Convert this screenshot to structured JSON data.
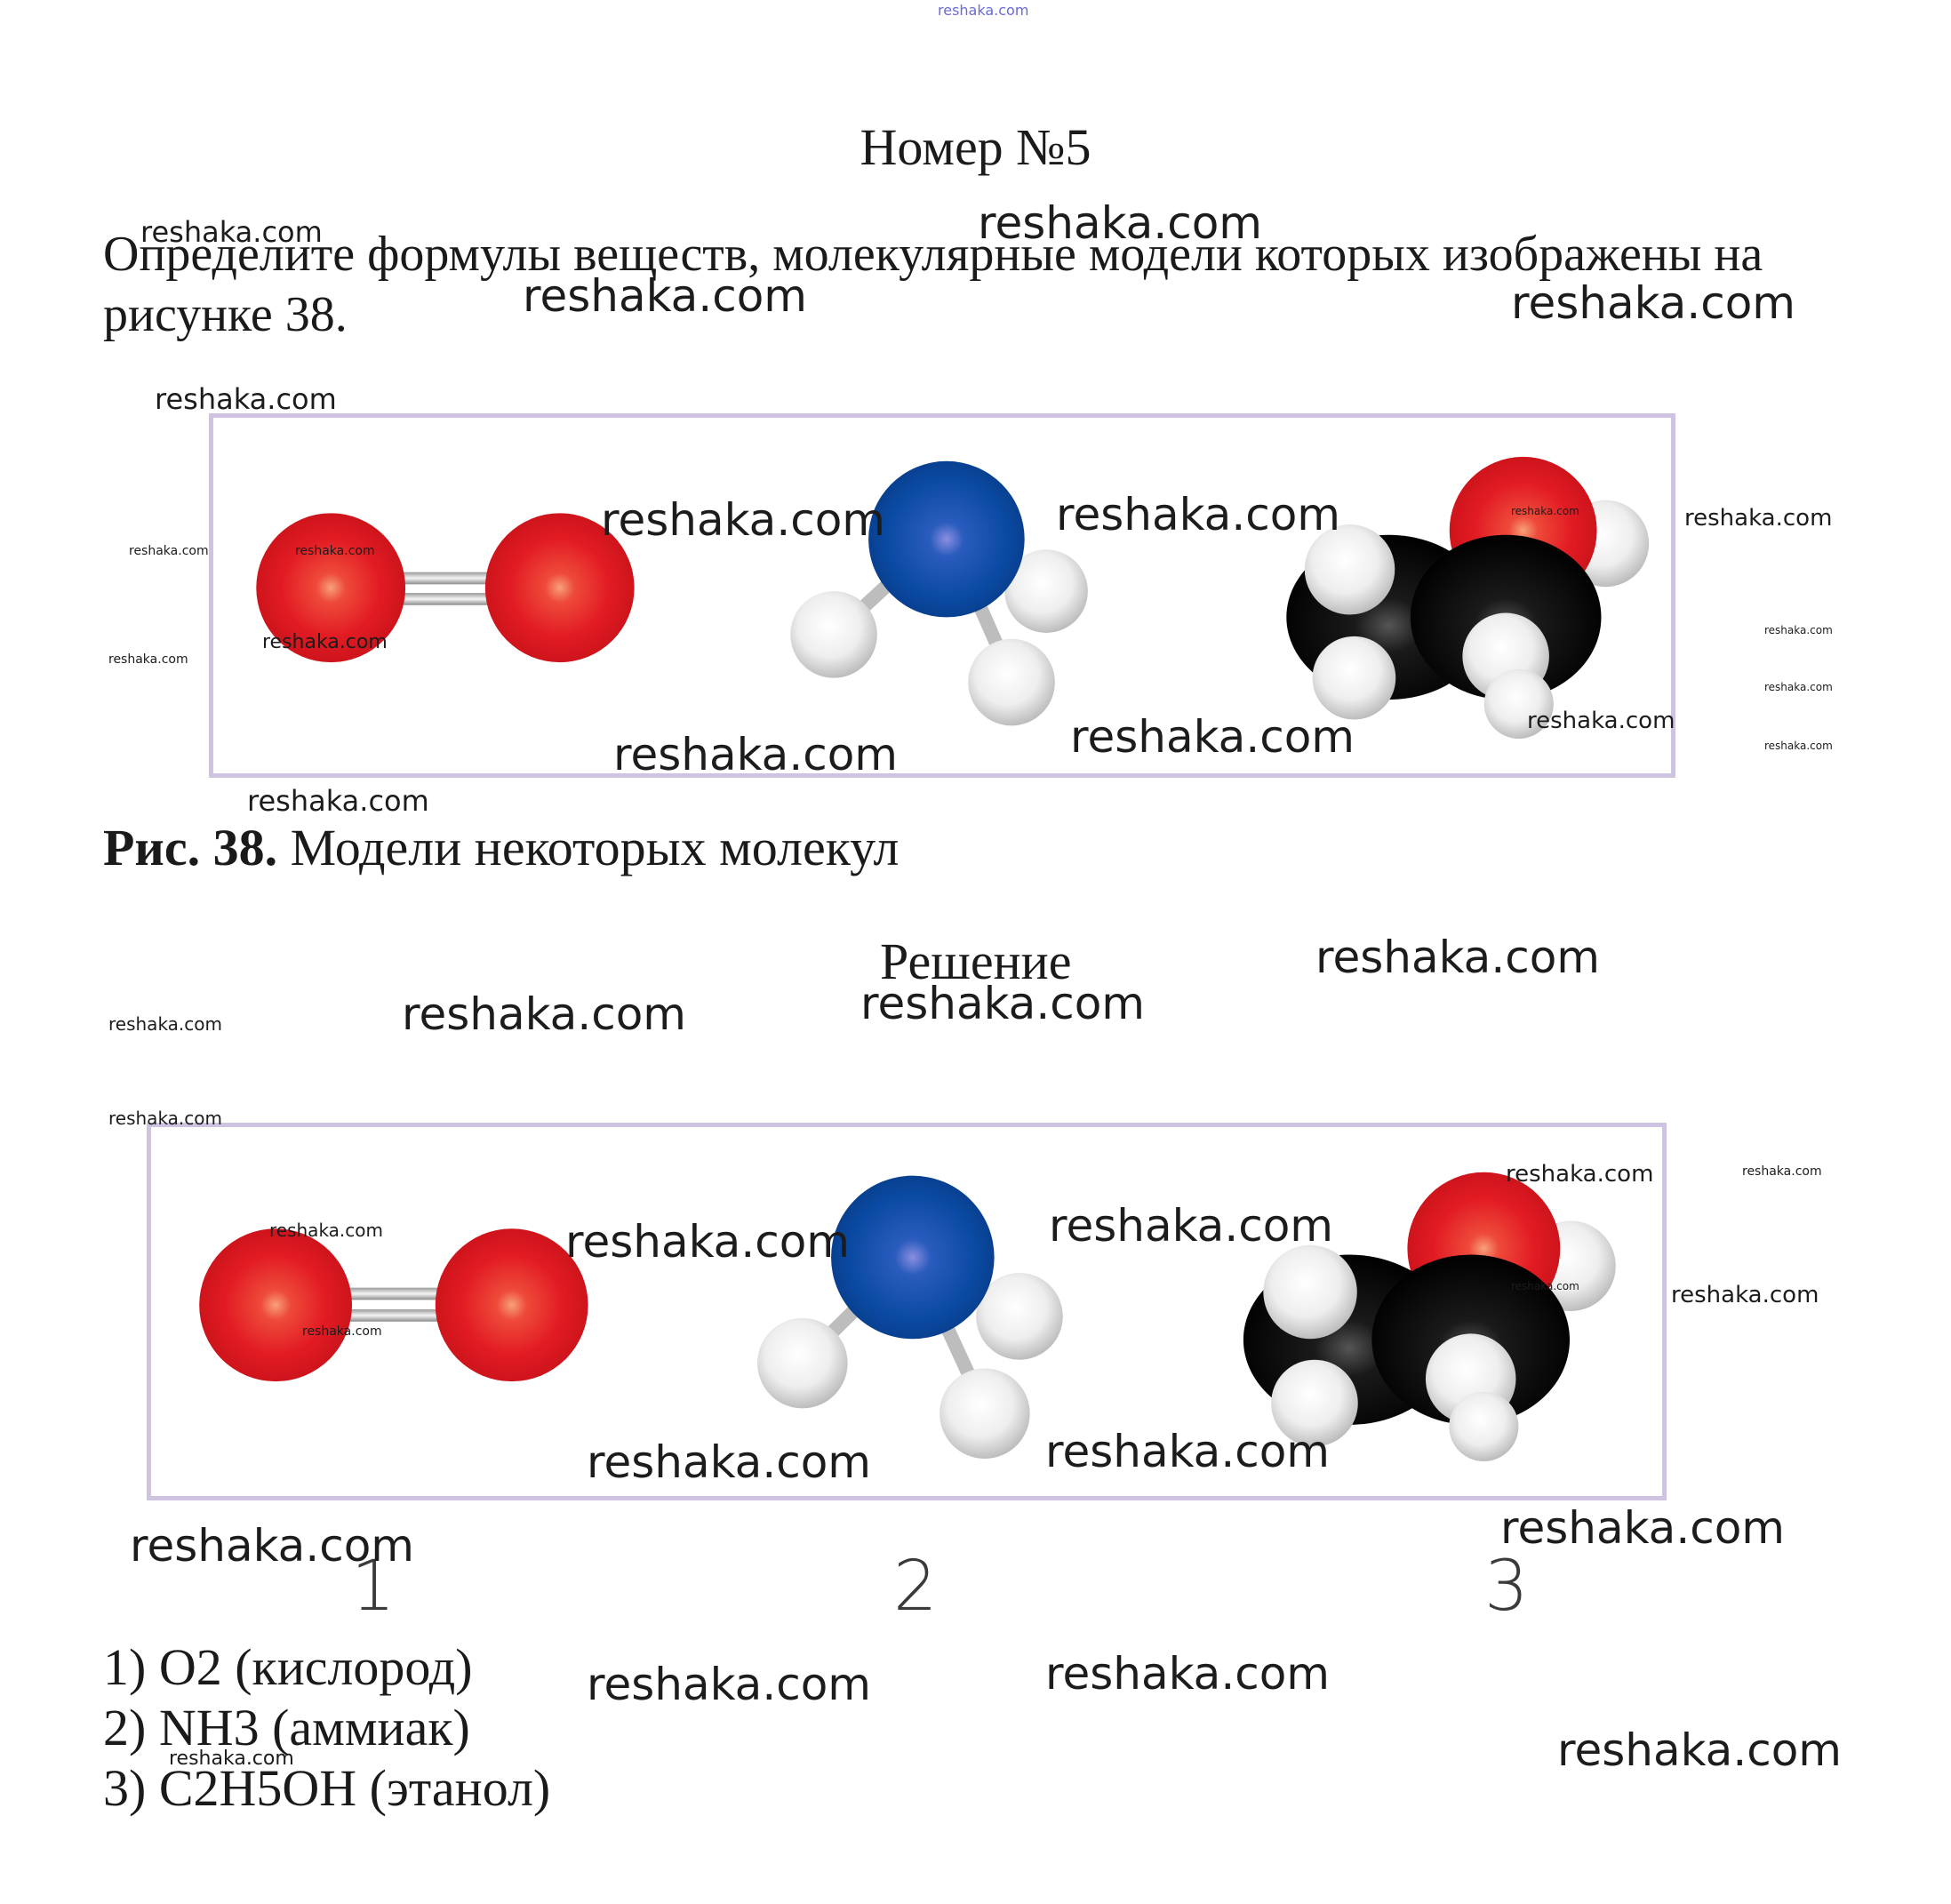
{
  "task_number": "Номер №5",
  "task_text": "Определите формулы веществ, молекулярные модели которых изображены на рисунке 38.",
  "figure_caption": {
    "bold": "Рис. 38.",
    "rest": " Модели некоторых молекул"
  },
  "solution_title": "Решение",
  "molecule_numbers": [
    "1",
    "2",
    "3"
  ],
  "answers": [
    "1) O2 (кислород)",
    "2) NH3 (аммиак)",
    "3) C2H5OH (этанол)"
  ],
  "watermark": "reshaka.com",
  "colors": {
    "oxygen": "#e21b23",
    "nitrogen": "#0a4aa3",
    "hydrogen": "#f2f2f2",
    "carbon": "#0d0d0d",
    "frame": "#cfc3e2"
  }
}
